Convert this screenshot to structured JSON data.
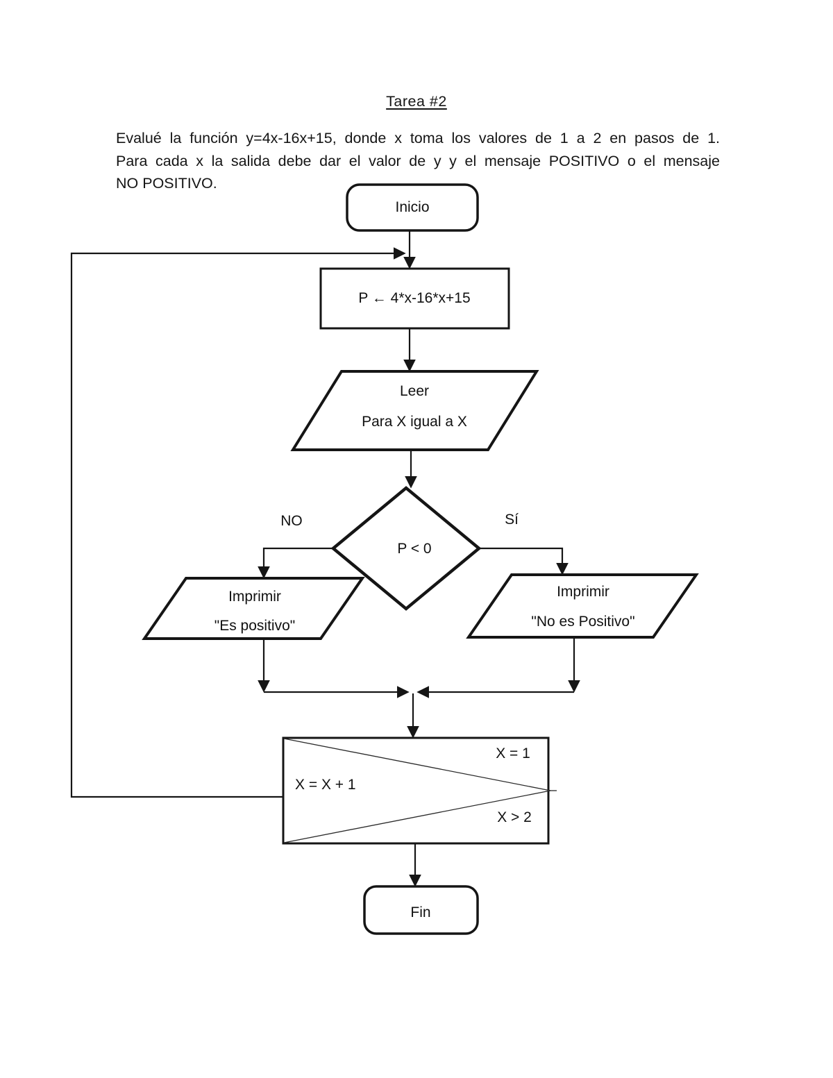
{
  "colors": {
    "ink": "#151515",
    "background": "#ffffff"
  },
  "page": {
    "title": "Tarea #2",
    "intro_lines": [
      "Evalué la función y=4x-16x+15, donde x toma los valores de 1 a 2 en pasos de 1.",
      "Para cada x la salida debe dar el valor de y y el mensaje POSITIVO o el mensaje",
      "NO POSITIVO."
    ]
  },
  "flowchart": {
    "start_label": "Inicio",
    "assign_label": "P ← 4*x-16*x+15",
    "read_label_line1": "Leer",
    "read_label_line2": "Para X igual a X",
    "decision_label": "P < 0",
    "branch_no_label": "NO",
    "branch_yes_label": "Sí",
    "print_positive_line1": "Imprimir",
    "print_positive_line2": "\"Es positivo\"",
    "print_negative_line1": "Imprimir",
    "print_negative_line2": "\"No es Positivo\"",
    "loop_init_label": "X = 1",
    "loop_step_label": "X = X + 1",
    "loop_exit_label": "X > 2",
    "end_label": "Fin"
  }
}
